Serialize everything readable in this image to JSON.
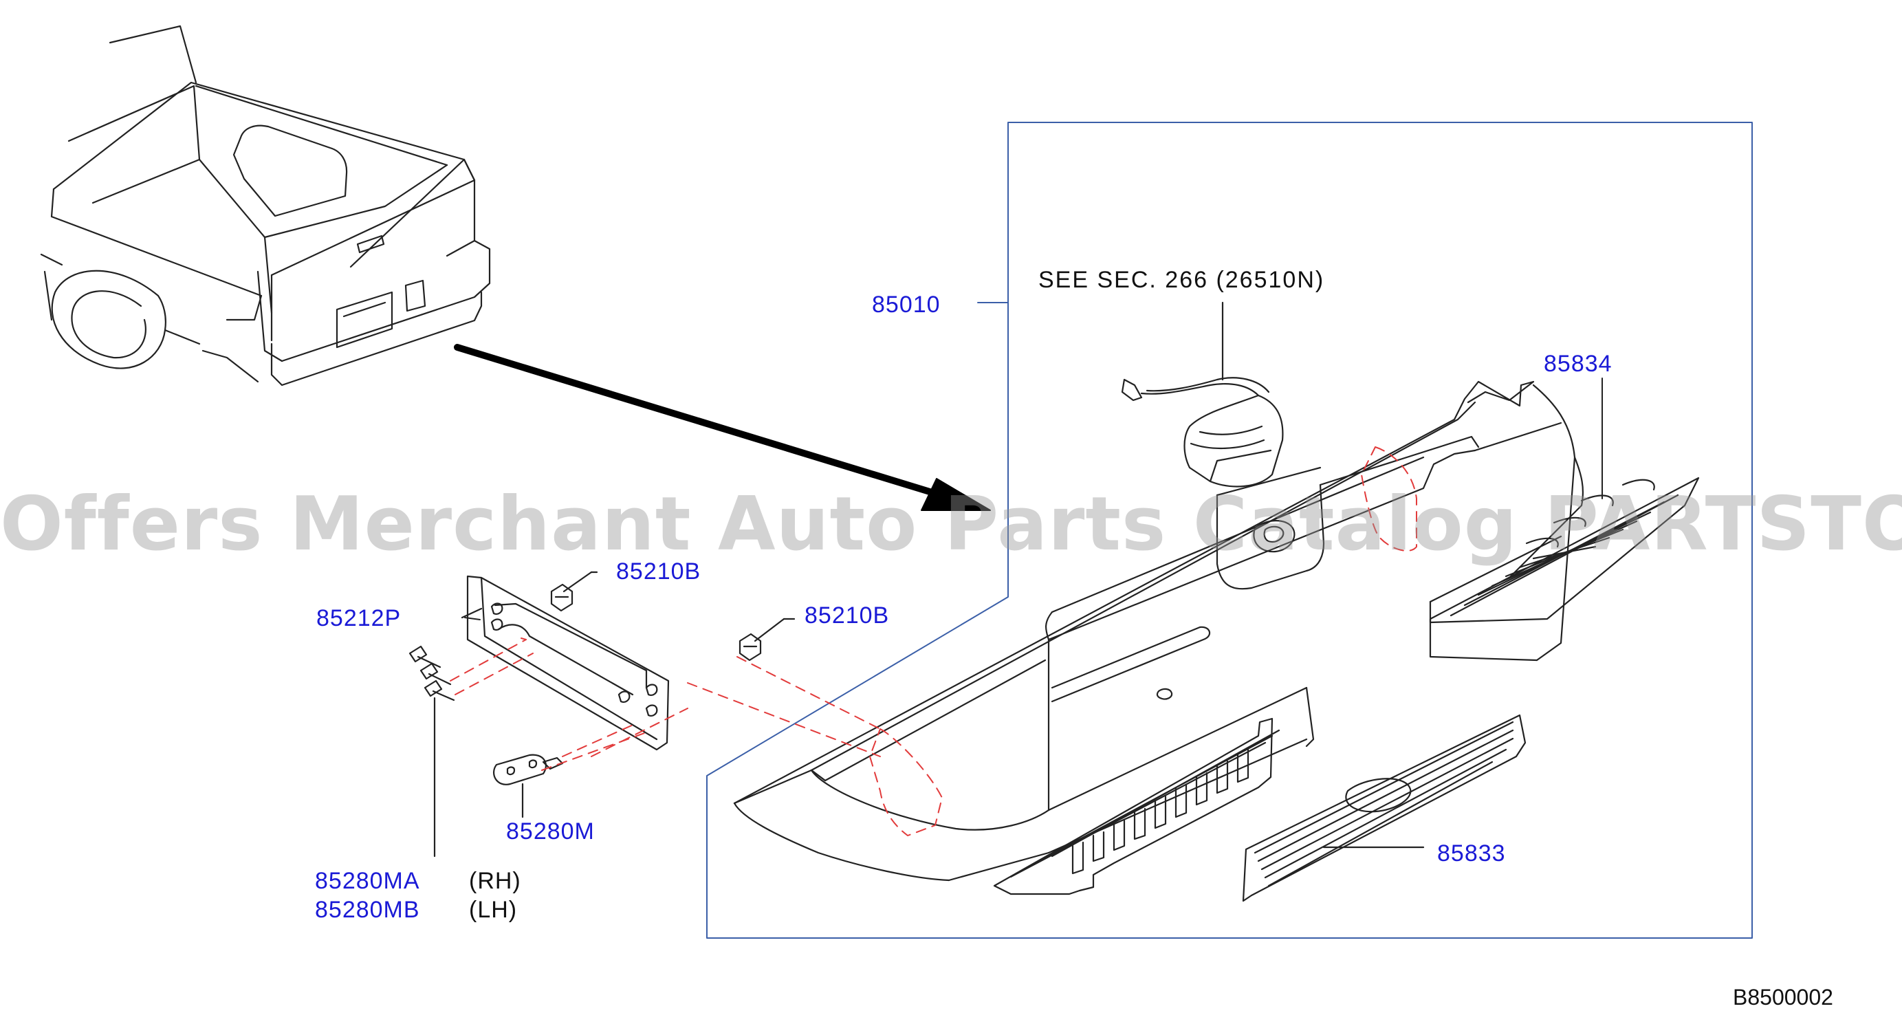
{
  "diagram": {
    "note": "SEE  SEC.  266  (26510N)",
    "code": "B8500002",
    "watermark": "Offers Merchant Auto Parts Catalog PARTSTORE.SA",
    "colors": {
      "part_number": "#1a1ad6",
      "frame": "#3b5fa8",
      "hidden_line": "#e23b3b",
      "outline": "#222222"
    },
    "labels": {
      "assembly": "85010",
      "end_cap": "85834",
      "nut_upper": "85210B",
      "nut_right": "85210B",
      "bracket": "85212P",
      "clip": "85280M",
      "bolt_rh": "85280MA",
      "bolt_lh": "85280MB",
      "step_pad": "85833"
    },
    "sides": {
      "rh": "(RH)",
      "lh": "(LH)"
    }
  }
}
